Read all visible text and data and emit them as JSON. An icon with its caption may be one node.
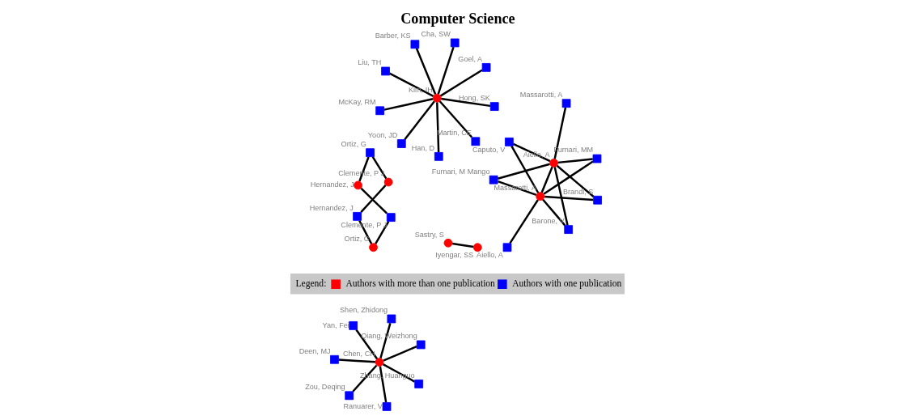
{
  "diagram": {
    "title": "Computer Science",
    "nodes": [
      {
        "text": [],
        "shape": "box",
        "beside": [
          "Furnari, M Mango"
        ]
      },
      {
        "text": [],
        "shape": "box",
        "beside": [
          "Brandi, S"
        ]
      },
      {
        "text": [],
        "shape": "box",
        "beside": [
          "Barone, V"
        ]
      },
      {
        "text": [],
        "shape": "box",
        "beside": [
          "Caputo, V"
        ]
      },
      {
        "text": [],
        "shape": "box",
        "beside": [
          "Furnari, MM"
        ]
      },
      {
        "text": [],
        "shape": "box",
        "beside": [
          "Massarotti, A"
        ]
      },
      {
        "text": [],
        "shape": "box",
        "beside": [
          "Aiello, A"
        ]
      },
      {
        "text": [],
        "shape": "circle",
        "beside": [
          "Aiello, A"
        ]
      },
      {
        "text": [],
        "shape": "circle",
        "beside": [
          "Massarotti, A"
        ]
      },
      {
        "text": [],
        "shape": "box",
        "beside": [
          "Deen, MJ"
        ]
      },
      {
        "text": [],
        "shape": "box",
        "beside": [
          "Qiang, Weizhong"
        ]
      },
      {
        "text": [],
        "shape": "box",
        "beside": [
          "Ranuarer, V"
        ]
      },
      {
        "text": [],
        "shape": "box",
        "beside": [
          "Shen, Zhidong"
        ]
      },
      {
        "text": [],
        "shape": "circle",
        "beside": [
          "Chen, CH"
        ]
      },
      {
        "text": [],
        "shape": "box",
        "beside": [
          "Yan, Fei"
        ]
      },
      {
        "text": [],
        "shape": "box",
        "beside": [
          "Zou, Deqing"
        ]
      },
      {
        "text": [],
        "shape": "box",
        "beside": [
          "Zhang, Huanguo"
        ]
      },
      {
        "text": [],
        "shape": "box",
        "beside": [
          "Hernandez, J"
        ]
      },
      {
        "text": [],
        "shape": "circle",
        "beside": [
          "Clemente, P J"
        ]
      },
      {
        "text": [],
        "shape": "circle",
        "beside": [
          "Ortiz, G"
        ]
      },
      {
        "text": [],
        "shape": "box",
        "beside": [
          "Ortiz, G"
        ]
      },
      {
        "text": [],
        "shape": "box",
        "beside": [
          "Clemente, P J"
        ]
      },
      {
        "text": [],
        "shape": "circle",
        "beside": [
          "Hernandez, J"
        ]
      },
      {
        "text": [],
        "shape": "box",
        "beside": [
          "Liu, TH"
        ]
      },
      {
        "text": [],
        "shape": "box",
        "beside": [
          "Goel, A"
        ]
      },
      {
        "text": [],
        "shape": "box",
        "beside": [
          "Han, D"
        ]
      },
      {
        "text": [],
        "shape": "box",
        "beside": [
          "Barber, KS"
        ]
      },
      {
        "text": [],
        "shape": "box",
        "beside": [
          "Cha, SW"
        ]
      },
      {
        "text": [],
        "shape": "circle",
        "beside": [
          "Kim, IH"
        ]
      },
      {
        "text": [],
        "shape": "box",
        "beside": [
          "McKay, RM"
        ]
      },
      {
        "text": [],
        "shape": "box",
        "beside": [
          "Hong, SK"
        ]
      },
      {
        "text": [],
        "shape": "box",
        "beside": [
          "Yoon, JD"
        ]
      },
      {
        "text": [],
        "shape": "box",
        "beside": [
          "Martin, CE"
        ]
      },
      {
        "text": [],
        "shape": "circle",
        "beside": [
          "Sastry, S"
        ]
      },
      {
        "text": [],
        "shape": "circle",
        "beside": [
          "Iyengar, SS"
        ]
      }
    ],
    "edges": [
      {
        "from": 0,
        "to": 7,
        "arrow": "none"
      },
      {
        "from": 0,
        "to": 8,
        "arrow": "none"
      },
      {
        "from": 1,
        "to": 7,
        "arrow": "none"
      },
      {
        "from": 1,
        "to": 8,
        "arrow": "none"
      },
      {
        "from": 2,
        "to": 7,
        "arrow": "none"
      },
      {
        "from": 2,
        "to": 8,
        "arrow": "none"
      },
      {
        "from": 3,
        "to": 7,
        "arrow": "none"
      },
      {
        "from": 3,
        "to": 8,
        "arrow": "none"
      },
      {
        "from": 4,
        "to": 7,
        "arrow": "none"
      },
      {
        "from": 4,
        "to": 8,
        "arrow": "none"
      },
      {
        "from": 5,
        "to": 7,
        "arrow": "none"
      },
      {
        "from": 6,
        "to": 8,
        "arrow": "none"
      },
      {
        "from": 7,
        "to": 8,
        "arrow": "none"
      },
      {
        "from": 9,
        "to": 13,
        "arrow": "none"
      },
      {
        "from": 10,
        "to": 13,
        "arrow": "none"
      },
      {
        "from": 11,
        "to": 13,
        "arrow": "none"
      },
      {
        "from": 12,
        "to": 13,
        "arrow": "none"
      },
      {
        "from": 14,
        "to": 13,
        "arrow": "none"
      },
      {
        "from": 15,
        "to": 13,
        "arrow": "none"
      },
      {
        "from": 16,
        "to": 13,
        "arrow": "none"
      },
      {
        "from": 19,
        "to": 17,
        "arrow": "none"
      },
      {
        "from": 17,
        "to": 18,
        "arrow": "none"
      },
      {
        "from": 18,
        "to": 20,
        "arrow": "none"
      },
      {
        "from": 20,
        "to": 22,
        "arrow": "none"
      },
      {
        "from": 22,
        "to": 21,
        "arrow": "none"
      },
      {
        "from": 21,
        "to": 19,
        "arrow": "none"
      },
      {
        "from": 23,
        "to": 28,
        "arrow": "none"
      },
      {
        "from": 24,
        "to": 28,
        "arrow": "none"
      },
      {
        "from": 25,
        "to": 28,
        "arrow": "none"
      },
      {
        "from": 26,
        "to": 28,
        "arrow": "none"
      },
      {
        "from": 27,
        "to": 28,
        "arrow": "none"
      },
      {
        "from": 29,
        "to": 28,
        "arrow": "none"
      },
      {
        "from": 30,
        "to": 28,
        "arrow": "none"
      },
      {
        "from": 31,
        "to": 28,
        "arrow": "none"
      },
      {
        "from": 32,
        "to": 28,
        "arrow": "none"
      },
      {
        "from": 33,
        "to": 34,
        "arrow": "none"
      }
    ],
    "labels": [
      "Legend:"
    ],
    "legend": [
      {
        "text": "Authors with more than one publication",
        "color": "#ff0000"
      },
      {
        "text": "Authors with one publication",
        "color": "#0000ff"
      }
    ]
  }
}
